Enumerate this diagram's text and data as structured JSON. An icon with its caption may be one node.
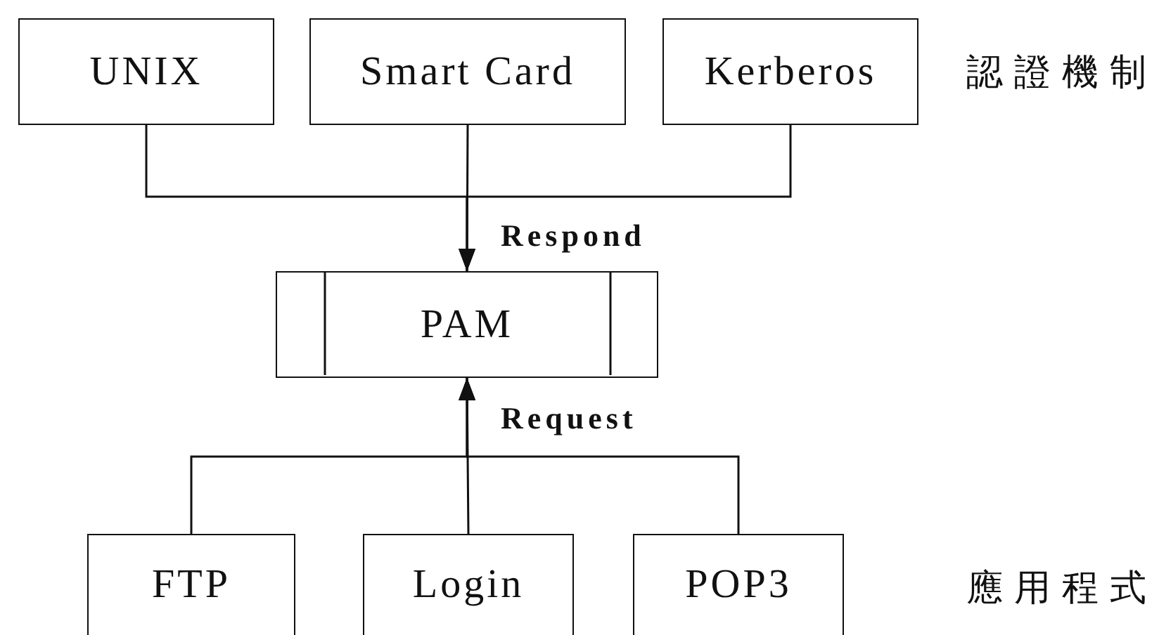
{
  "diagram": {
    "nodes": [
      {
        "text": [
          "UNIX"
        ]
      },
      {
        "text": [
          "Smart Card"
        ]
      },
      {
        "text": [
          "Kerberos"
        ]
      },
      {
        "text": [
          "PAM"
        ]
      },
      {
        "text": [
          "FTP"
        ]
      },
      {
        "text": [
          "Login"
        ]
      },
      {
        "text": [
          "POP3"
        ]
      }
    ],
    "edges": [
      {
        "from": 0,
        "to": 3,
        "arrow": "to"
      },
      {
        "from": 1,
        "to": 3,
        "arrow": "to",
        "label": "Respond"
      },
      {
        "from": 2,
        "to": 3,
        "arrow": "to"
      },
      {
        "from": 4,
        "to": 3,
        "arrow": "to"
      },
      {
        "from": 5,
        "to": 3,
        "arrow": "to",
        "label": "Request"
      },
      {
        "from": 6,
        "to": 3,
        "arrow": "to"
      }
    ],
    "labels": [
      "認證機制",
      "應用程式"
    ]
  }
}
